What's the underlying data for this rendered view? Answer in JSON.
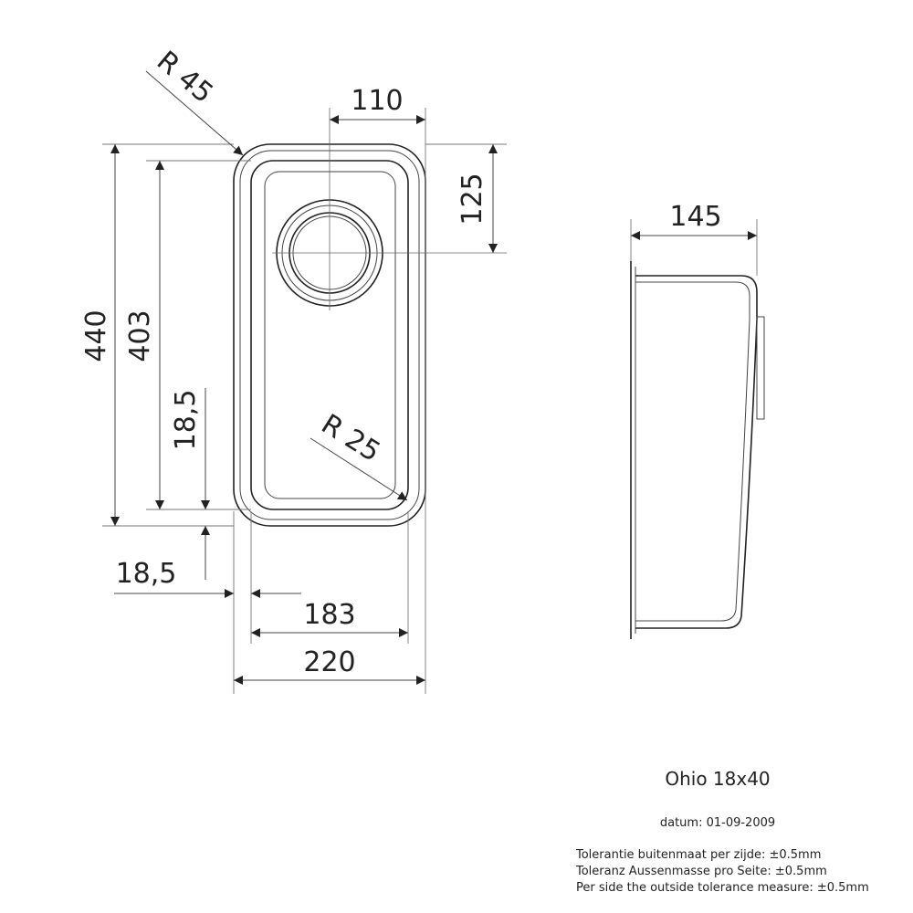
{
  "drawing": {
    "dimensions": {
      "corner_radius_outer": "R 45",
      "drain_offset": "110",
      "drain_center_from_top": "125",
      "overall_length": "440",
      "inner_length": "403",
      "flange_side": "18,5",
      "flange_bottom": "18,5",
      "inner_width": "183",
      "overall_width": "220",
      "corner_radius_inner": "R 25",
      "depth": "145"
    }
  },
  "title_block": {
    "model": "Ohio 18x40",
    "date": "datum: 01-09-2009",
    "tolerance_nl": "Tolerantie buitenmaat per zijde: ±0.5mm",
    "tolerance_de": "Toleranz Aussenmasse pro Seite: ±0.5mm",
    "tolerance_en": "Per side the outside tolerance measure: ±0.5mm"
  }
}
